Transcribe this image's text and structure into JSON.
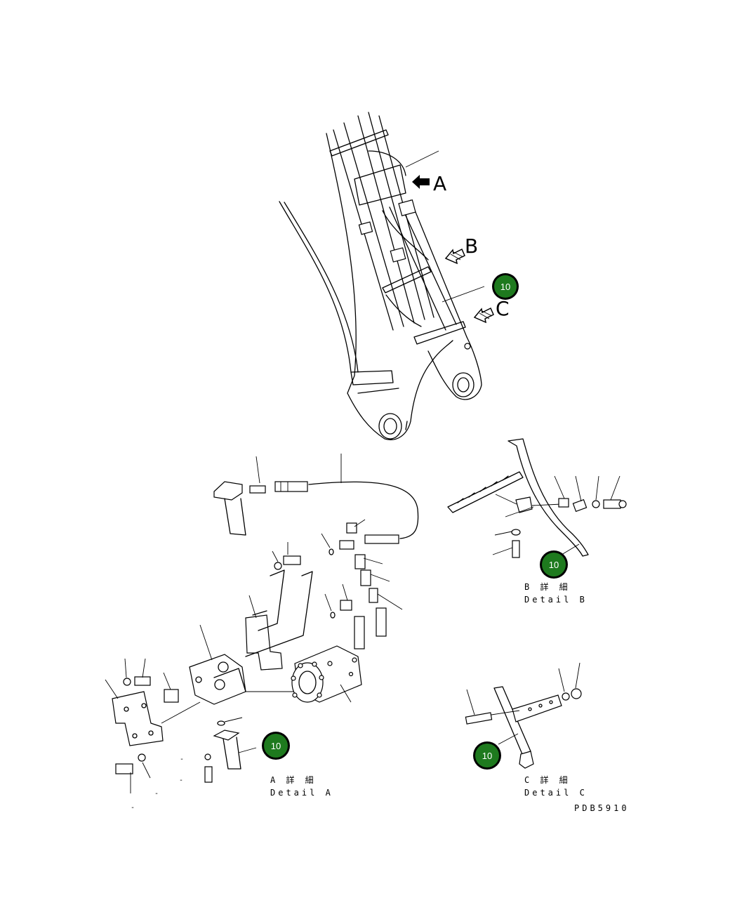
{
  "diagram": {
    "view_labels": {
      "a": "A",
      "b": "B",
      "c": "C"
    },
    "badge_text": "10",
    "badge_color": "#1e7a1e",
    "detail_a": {
      "jp": "A 詳 細",
      "en": "Detail A"
    },
    "detail_b": {
      "jp": "B 詳 細",
      "en": "Detail B"
    },
    "detail_c": {
      "jp": "C 詳 細",
      "en": "Detail C"
    },
    "drawing_number": "PDB5910",
    "dash_marks": [
      "-",
      "-",
      "-",
      "-"
    ]
  }
}
